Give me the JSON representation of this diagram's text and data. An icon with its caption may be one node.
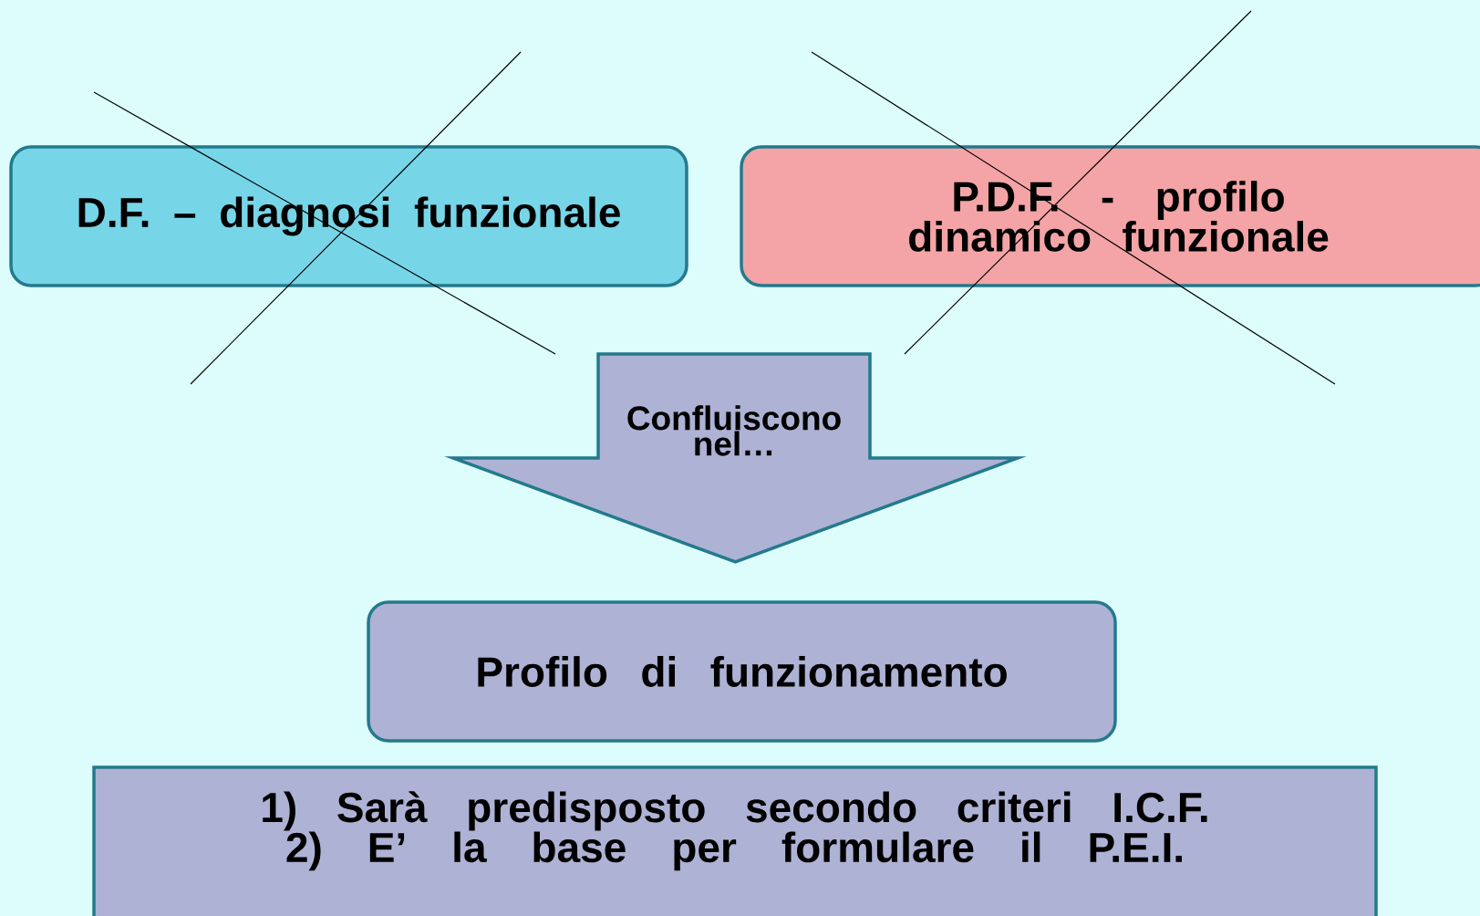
{
  "diagram": {
    "nodes": [
      {
        "text": [
          "D.F. – diagnosi funzionale"
        ]
      },
      {
        "text": [
          "P.D.F. - profilo dinamico funzionale"
        ]
      },
      {
        "text": [
          "Confluiscono nel…"
        ]
      },
      {
        "text": [
          "Profilo di funzionamento"
        ]
      },
      {
        "text": [
          "1)    Sarà predisposto secondo criteri I.C.F.",
          "2)    E’ la base per formulare il P.E.I."
        ]
      }
    ],
    "edges": []
  }
}
